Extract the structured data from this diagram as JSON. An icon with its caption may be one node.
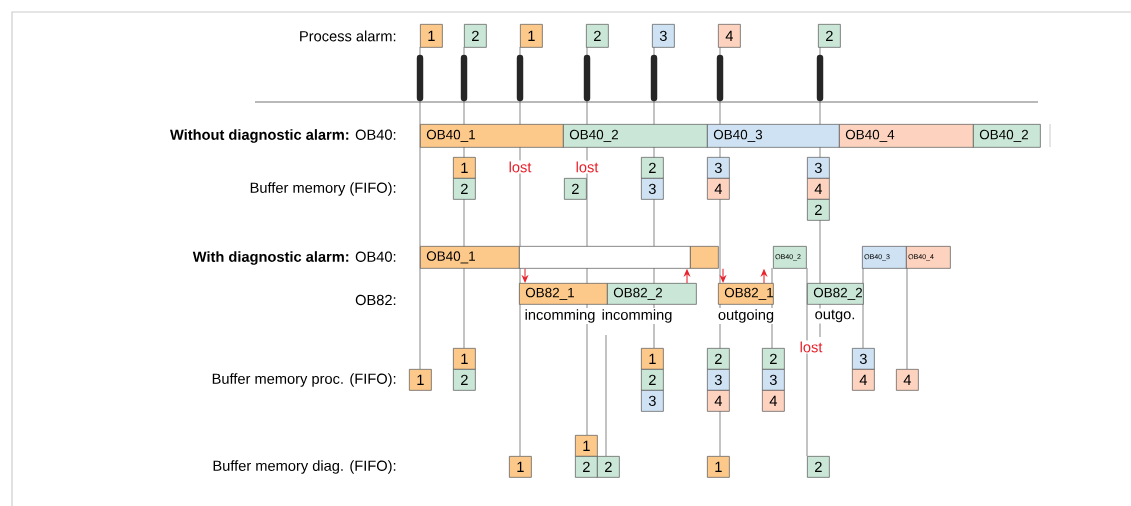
{
  "diagram": {
    "nodes": [
      {
        "text": [
          "1"
        ]
      },
      {
        "text": [
          "2"
        ]
      },
      {
        "text": [
          "1"
        ]
      },
      {
        "text": [
          "2"
        ]
      },
      {
        "text": [
          "3"
        ]
      },
      {
        "text": [
          "4"
        ]
      },
      {
        "text": [
          "2"
        ]
      },
      {
        "text": [
          "OB40_1"
        ]
      },
      {
        "text": [
          "OB40_2"
        ]
      },
      {
        "text": [
          "OB40_3"
        ]
      },
      {
        "text": [
          "OB40_4"
        ]
      },
      {
        "text": [
          "OB40_2"
        ]
      },
      {
        "text": [
          "1"
        ]
      },
      {
        "text": [
          "2"
        ]
      },
      {
        "text": [
          "2"
        ]
      },
      {
        "text": [
          "2"
        ]
      },
      {
        "text": [
          "3"
        ]
      },
      {
        "text": [
          "3"
        ]
      },
      {
        "text": [
          "4"
        ]
      },
      {
        "text": [
          "3"
        ]
      },
      {
        "text": [
          "4"
        ]
      },
      {
        "text": [
          "2"
        ]
      },
      {
        "text": [
          "OB40_1"
        ]
      },
      {
        "text": [],
        "shape": "box"
      },
      {
        "text": [],
        "shape": "box"
      },
      {
        "text": [
          "OB40_2"
        ]
      },
      {
        "text": [
          "OB40_3"
        ]
      },
      {
        "text": [
          "OB40_4"
        ]
      },
      {
        "text": [
          "OB82_1"
        ]
      },
      {
        "text": [
          "OB82_2"
        ]
      },
      {
        "text": [
          "OB82_1"
        ]
      },
      {
        "text": [
          "OB82_2"
        ]
      },
      {
        "text": [
          "1"
        ]
      },
      {
        "text": [
          "1"
        ]
      },
      {
        "text": [
          "2"
        ]
      },
      {
        "text": [
          "1"
        ]
      },
      {
        "text": [
          "2"
        ]
      },
      {
        "text": [
          "3"
        ]
      },
      {
        "text": [
          "2"
        ]
      },
      {
        "text": [
          "3"
        ]
      },
      {
        "text": [
          "4"
        ]
      },
      {
        "text": [
          "2"
        ]
      },
      {
        "text": [
          "3"
        ]
      },
      {
        "text": [
          "4"
        ]
      },
      {
        "text": [
          "3"
        ]
      },
      {
        "text": [
          "4"
        ]
      },
      {
        "text": [
          "4"
        ]
      },
      {
        "text": [
          "1"
        ]
      },
      {
        "text": [
          "1"
        ]
      },
      {
        "text": [
          "2"
        ]
      },
      {
        "text": [
          "2"
        ]
      },
      {
        "text": [
          "1"
        ]
      },
      {
        "text": [
          "2"
        ]
      }
    ],
    "edges": [
      {
        "from": 23,
        "to": 28,
        "arrow": "to"
      },
      {
        "from": 29,
        "to": 23,
        "arrow": "to"
      },
      {
        "from": 24,
        "to": 30,
        "arrow": "to"
      },
      {
        "from": 30,
        "to": 25,
        "arrow": "to"
      }
    ],
    "labels": [
      "Process alarm:",
      "**Without diagnostic alarm:** OB40:",
      "Buffer memory (FIFO):",
      "lost",
      "lost",
      "**With diagnostic alarm:** OB40:",
      "OB82:",
      "incomming",
      "incomming",
      "outgoing",
      "outgo.",
      "lost",
      "Buffer memory proc. (FIFO):",
      "Buffer memory diag. (FIFO):"
    ]
  }
}
